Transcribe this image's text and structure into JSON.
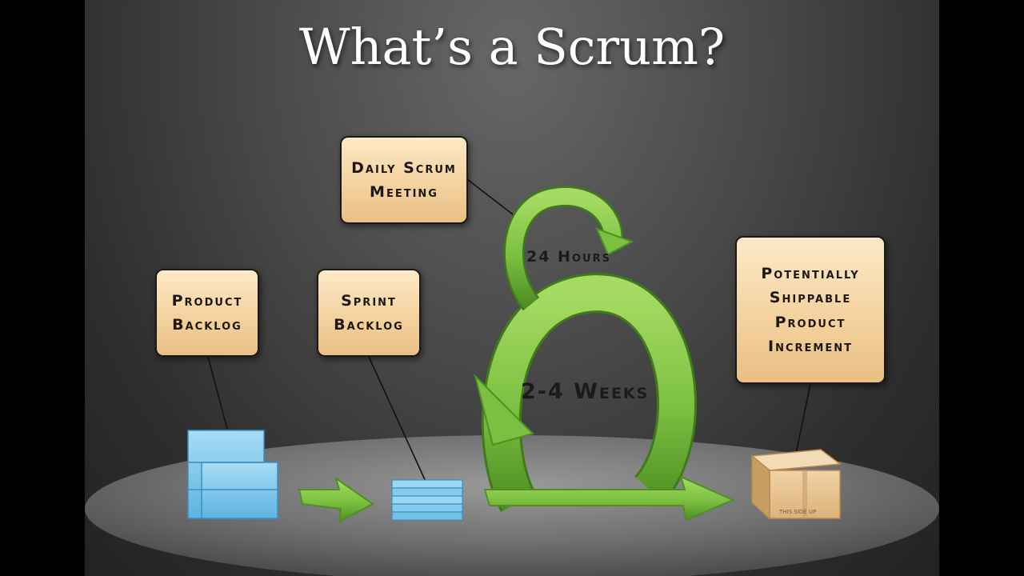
{
  "title": "What’s a Scrum?",
  "boxes": {
    "daily_scrum": "Daily Scrum Meeting",
    "product_backlog": "Product Backlog",
    "sprint_backlog": "Sprint Backlog",
    "increment": "Potentially Shippable Product Increment"
  },
  "loops": {
    "small": "24 Hours",
    "large": "2-4 Weeks"
  },
  "box_text": "THIS SIDE UP",
  "colors": {
    "arrow_green": "#7cc041",
    "label_fill": "#f4d29f",
    "backlog_blue": "#7fc6ea",
    "box_cardboard": "#e4bf8a"
  }
}
